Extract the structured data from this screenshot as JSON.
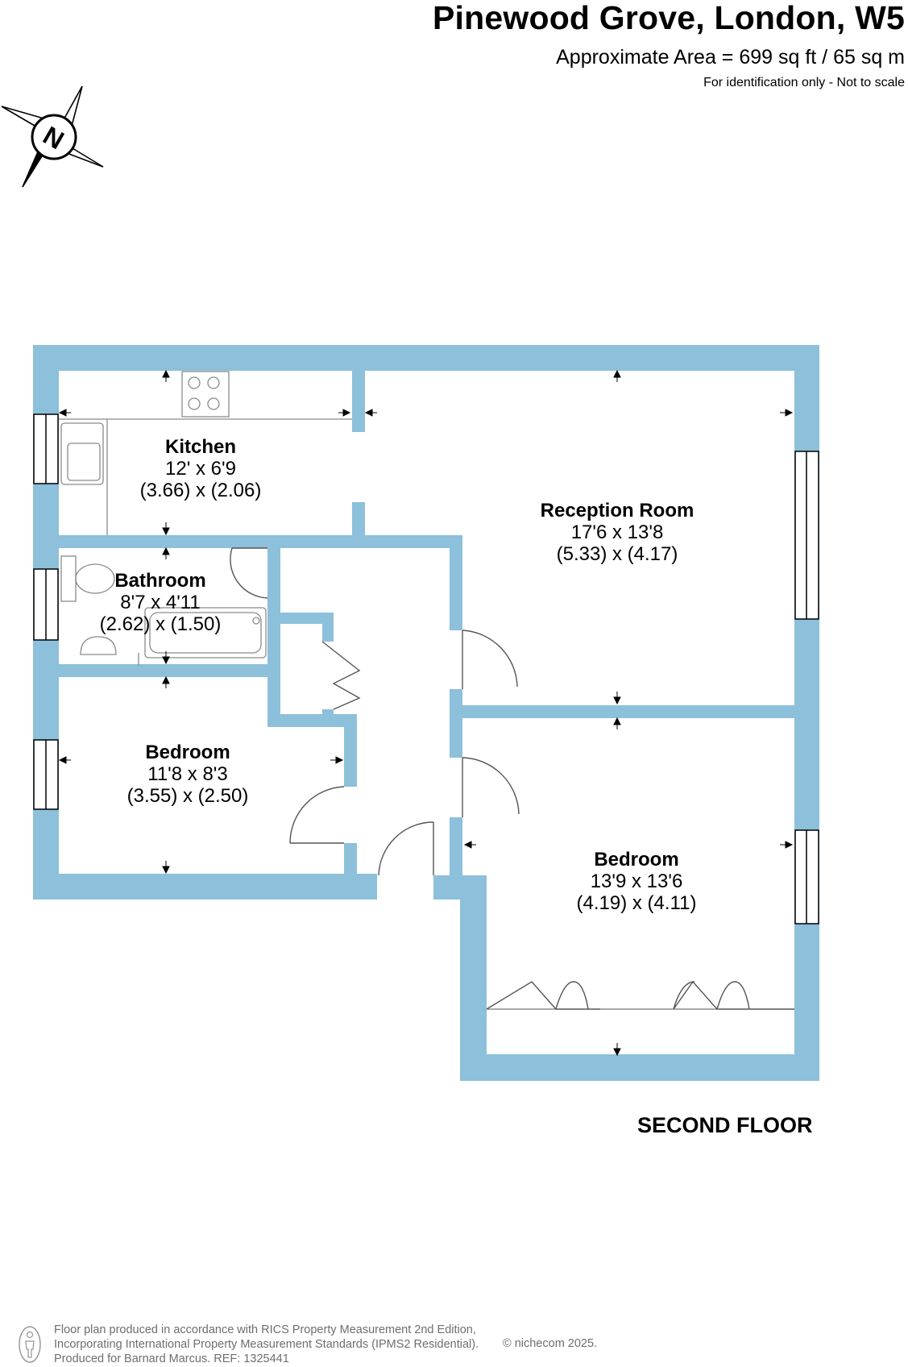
{
  "header": {
    "title": "Pinewood Grove, London, W5",
    "area": "Approximate Area = 699 sq ft / 65 sq m",
    "disclaimer": "For identification only - Not to scale"
  },
  "compass": {
    "letter": "N"
  },
  "rooms": {
    "kitchen": {
      "name": "Kitchen",
      "size_imperial": "12' x 6'9",
      "size_metric": "(3.66) x (2.06)"
    },
    "reception": {
      "name": "Reception Room",
      "size_imperial": "17'6 x 13'8",
      "size_metric": "(5.33) x (4.17)"
    },
    "bathroom": {
      "name": "Bathroom",
      "size_imperial": "8'7 x 4'11",
      "size_metric": "(2.62) x (1.50)"
    },
    "bedroom1": {
      "name": "Bedroom",
      "size_imperial": "11'8 x 8'3",
      "size_metric": "(3.55) x (2.50)"
    },
    "bedroom2": {
      "name": "Bedroom",
      "size_imperial": "13'9 x 13'6",
      "size_metric": "(4.19) x (4.11)"
    }
  },
  "floor_label": "SECOND FLOOR",
  "footer": {
    "line1": "Floor plan produced in accordance with RICS Property Measurement 2nd Edition,",
    "line2": "Incorporating International Property Measurement Standards (IPMS2 Residential).",
    "line3": "Produced for Barnard Marcus.   REF:  1325441",
    "brand": "© nichecom 2025."
  },
  "colors": {
    "wall": "#8cc0db",
    "fixture": "#8a8a8a",
    "text": "#000000",
    "footer_text": "#6e6e6e"
  }
}
